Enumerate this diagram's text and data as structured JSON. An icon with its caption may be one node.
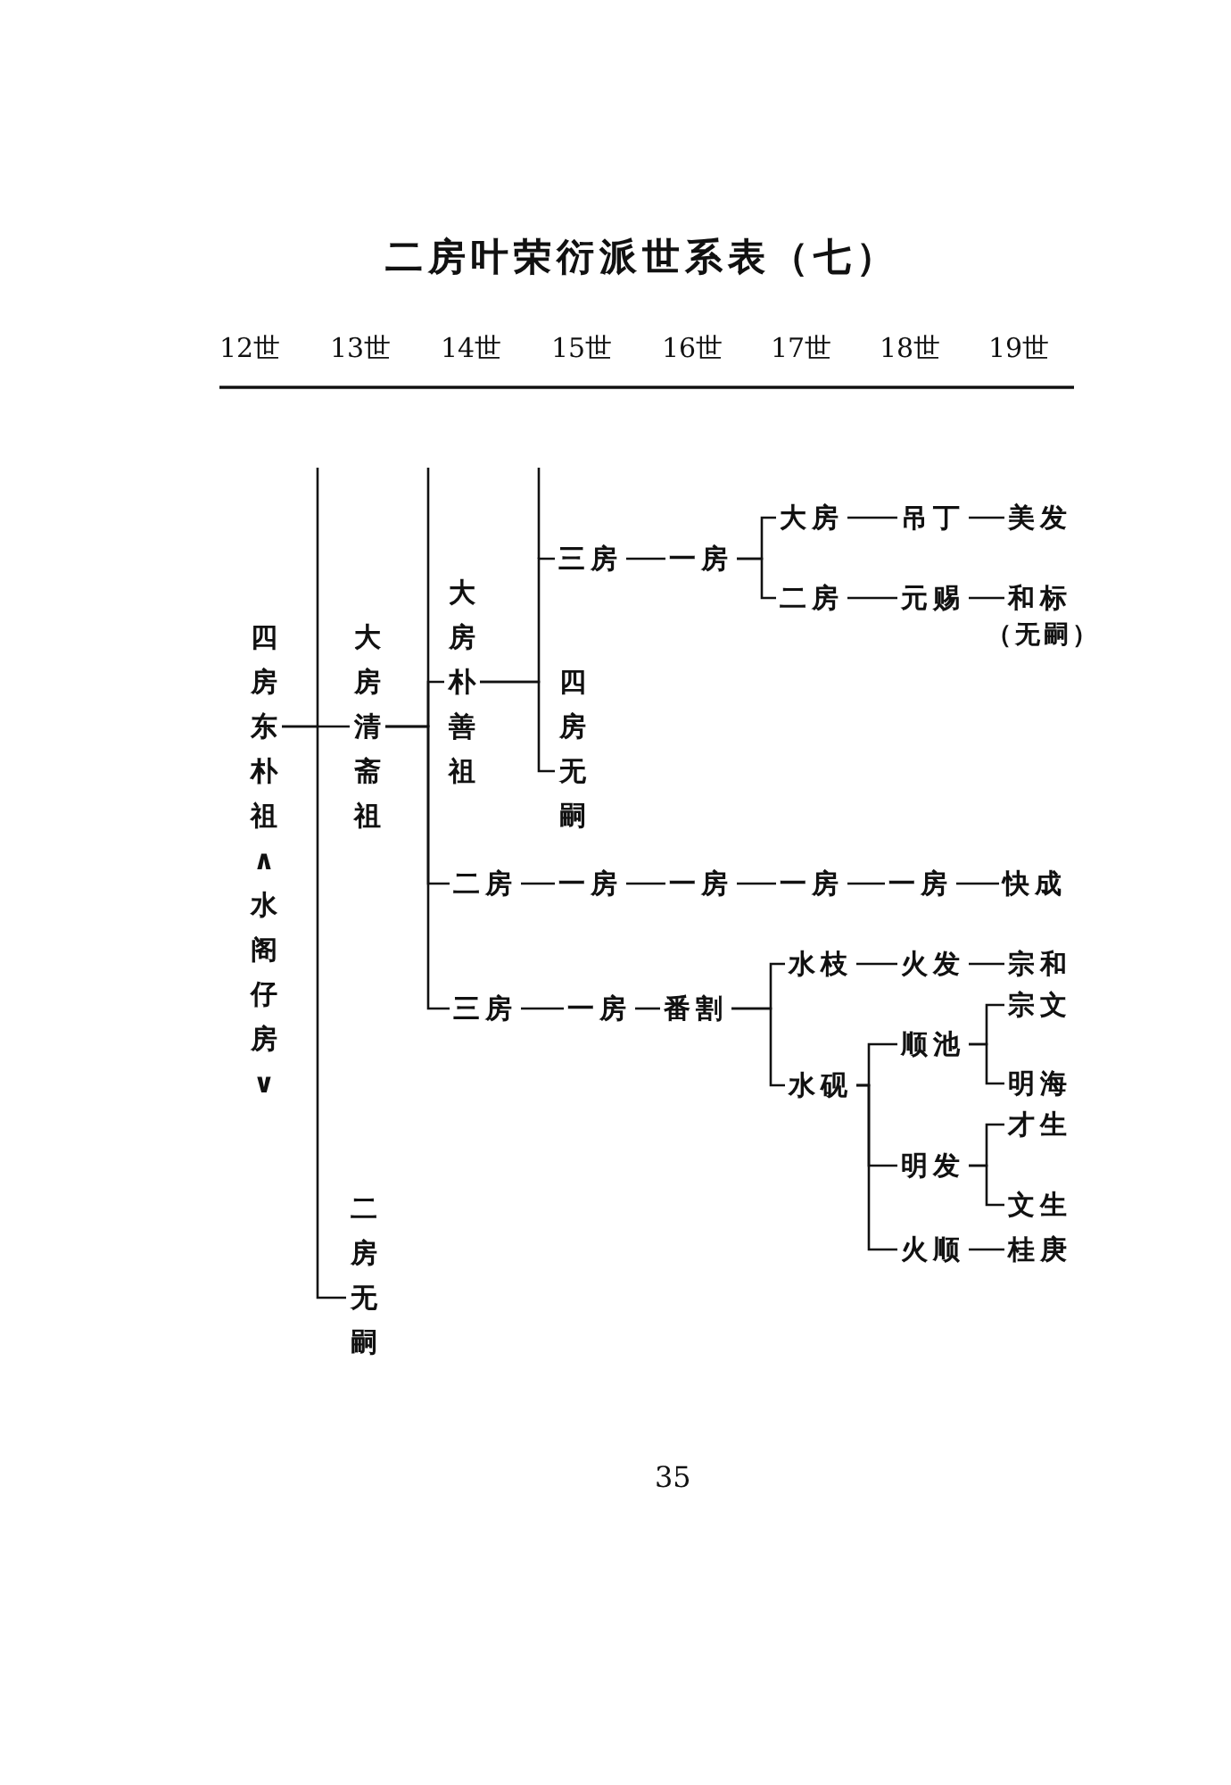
{
  "diagram": {
    "title": "二房叶荣衍派世系表（七）",
    "nodes": [
      {
        "text": [
          "四房东朴祖∧水阁仔房∨"
        ]
      },
      {
        "text": [
          "大房清斋祖"
        ]
      },
      {
        "text": [
          "大房朴善祖"
        ]
      },
      {
        "text": [
          "三房"
        ]
      },
      {
        "text": [
          "一房"
        ]
      },
      {
        "text": [
          "大房"
        ]
      },
      {
        "text": [
          "吊丁"
        ]
      },
      {
        "text": [
          "美发"
        ]
      },
      {
        "text": [
          "二房"
        ]
      },
      {
        "text": [
          "元赐"
        ]
      },
      {
        "text": [
          "和标"
        ],
        "beside": [
          "（无嗣）"
        ]
      },
      {
        "text": [
          "四房无嗣"
        ]
      },
      {
        "text": [
          "二房"
        ]
      },
      {
        "text": [
          "一房"
        ]
      },
      {
        "text": [
          "一房"
        ]
      },
      {
        "text": [
          "一房"
        ]
      },
      {
        "text": [
          "一房"
        ]
      },
      {
        "text": [
          "快成"
        ]
      },
      {
        "text": [
          "三房"
        ]
      },
      {
        "text": [
          "一房"
        ]
      },
      {
        "text": [
          "番割"
        ]
      },
      {
        "text": [
          "水枝"
        ]
      },
      {
        "text": [
          "火发"
        ]
      },
      {
        "text": [
          "宗和"
        ]
      },
      {
        "text": [
          "水砚"
        ]
      },
      {
        "text": [
          "顺池"
        ]
      },
      {
        "text": [
          "宗文"
        ]
      },
      {
        "text": [
          "明海"
        ]
      },
      {
        "text": [
          "明发"
        ]
      },
      {
        "text": [
          "才生"
        ]
      },
      {
        "text": [
          "文生"
        ]
      },
      {
        "text": [
          "火顺"
        ]
      },
      {
        "text": [
          "桂庚"
        ]
      },
      {
        "text": [
          "二房无嗣"
        ]
      }
    ],
    "edges": [
      {
        "from": 0,
        "to": 1,
        "arrow": "none"
      },
      {
        "from": 0,
        "to": 33,
        "arrow": "none"
      },
      {
        "from": 1,
        "to": 2,
        "arrow": "none"
      },
      {
        "from": 1,
        "to": 12,
        "arrow": "none"
      },
      {
        "from": 1,
        "to": 18,
        "arrow": "none"
      },
      {
        "from": 2,
        "to": 3,
        "arrow": "none"
      },
      {
        "from": 2,
        "to": 11,
        "arrow": "none"
      },
      {
        "from": 3,
        "to": 4,
        "arrow": "none"
      },
      {
        "from": 4,
        "to": 5,
        "arrow": "none"
      },
      {
        "from": 4,
        "to": 8,
        "arrow": "none"
      },
      {
        "from": 5,
        "to": 6,
        "arrow": "none"
      },
      {
        "from": 6,
        "to": 7,
        "arrow": "none"
      },
      {
        "from": 8,
        "to": 9,
        "arrow": "none"
      },
      {
        "from": 9,
        "to": 10,
        "arrow": "none"
      },
      {
        "from": 12,
        "to": 13,
        "arrow": "none"
      },
      {
        "from": 13,
        "to": 14,
        "arrow": "none"
      },
      {
        "from": 14,
        "to": 15,
        "arrow": "none"
      },
      {
        "from": 15,
        "to": 16,
        "arrow": "none"
      },
      {
        "from": 16,
        "to": 17,
        "arrow": "none"
      },
      {
        "from": 18,
        "to": 19,
        "arrow": "none"
      },
      {
        "from": 19,
        "to": 20,
        "arrow": "none"
      },
      {
        "from": 20,
        "to": 21,
        "arrow": "none"
      },
      {
        "from": 20,
        "to": 24,
        "arrow": "none"
      },
      {
        "from": 21,
        "to": 22,
        "arrow": "none"
      },
      {
        "from": 22,
        "to": 23,
        "arrow": "none"
      },
      {
        "from": 24,
        "to": 25,
        "arrow": "none"
      },
      {
        "from": 24,
        "to": 28,
        "arrow": "none"
      },
      {
        "from": 24,
        "to": 31,
        "arrow": "none"
      },
      {
        "from": 25,
        "to": 26,
        "arrow": "none"
      },
      {
        "from": 25,
        "to": 27,
        "arrow": "none"
      },
      {
        "from": 28,
        "to": 29,
        "arrow": "none"
      },
      {
        "from": 28,
        "to": 30,
        "arrow": "none"
      },
      {
        "from": 31,
        "to": 32,
        "arrow": "none"
      }
    ],
    "labels": [
      "12世",
      "13世",
      "14世",
      "15世",
      "16世",
      "17世",
      "18世",
      "19世",
      "35"
    ]
  }
}
